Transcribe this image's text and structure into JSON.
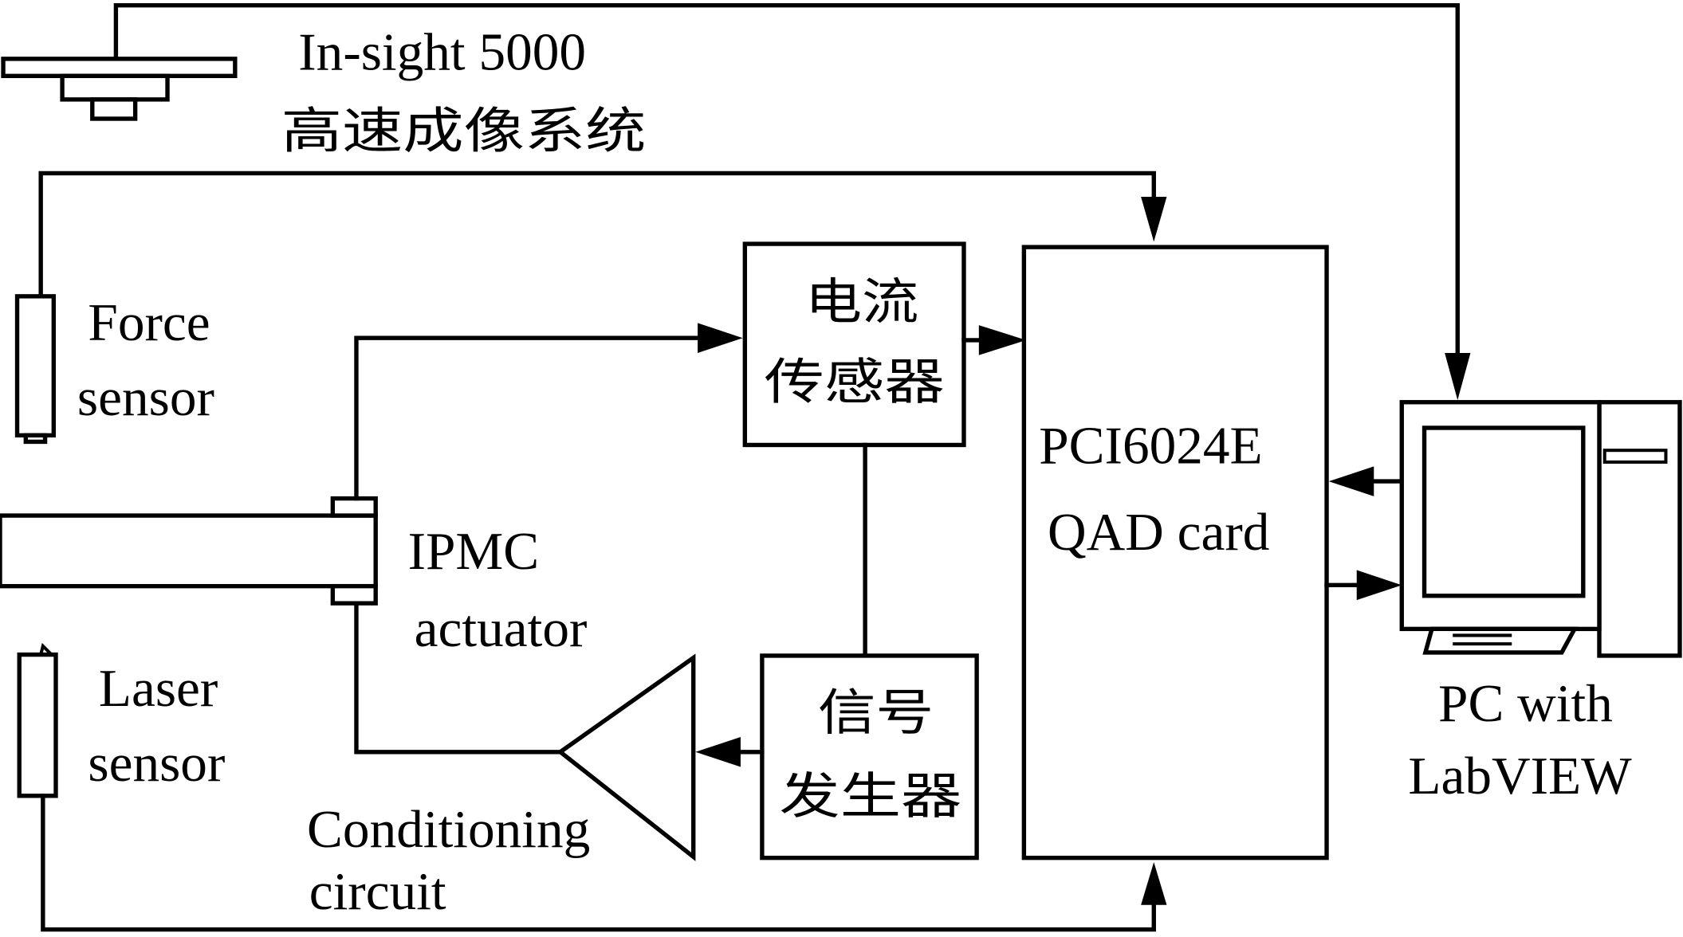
{
  "diagram": {
    "camera": {
      "label_line1": "In-sight 5000",
      "label_line2": "高速成像系统"
    },
    "force_sensor": {
      "label_line1": "Force",
      "label_line2": "sensor"
    },
    "laser_sensor": {
      "label_line1": "Laser",
      "label_line2": "sensor"
    },
    "ipmc": {
      "label_line1": "IPMC",
      "label_line2": "actuator"
    },
    "current_sensor": {
      "label_line1": "电流",
      "label_line2": "传感器"
    },
    "signal_generator": {
      "label_line1": "信号",
      "label_line2": "发生器"
    },
    "conditioning": {
      "label_line1": "Conditioning",
      "label_line2": "circuit"
    },
    "daq_card": {
      "label_line1": "PCI6024E",
      "label_line2": "QAD card"
    },
    "pc": {
      "label_line1": "PC with",
      "label_line2": "LabVIEW"
    }
  }
}
